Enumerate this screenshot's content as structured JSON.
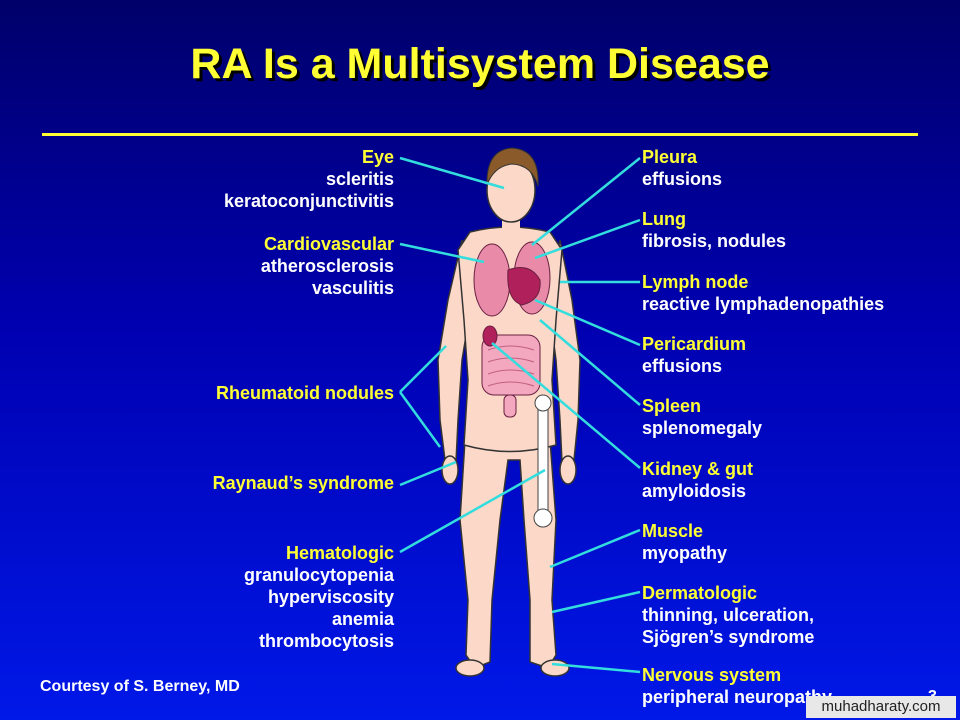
{
  "slide": {
    "title": "RA Is a Multisystem Disease",
    "courtesy": "Courtesy of S. Berney, MD",
    "page_number": "3",
    "watermark": "muhadharaty.com"
  },
  "left_labels": [
    {
      "heading": "Eye",
      "items": [
        "scleritis",
        "keratoconjunctivitis"
      ]
    },
    {
      "heading": "Cardiovascular",
      "items": [
        "atherosclerosis",
        "vasculitis"
      ]
    },
    {
      "heading": "Rheumatoid nodules",
      "items": []
    },
    {
      "heading": "Raynaud’s syndrome",
      "items": []
    },
    {
      "heading": "Hematologic",
      "items": [
        "granulocytopenia",
        "hyperviscosity",
        "anemia",
        "thrombocytosis"
      ]
    }
  ],
  "right_labels": [
    {
      "heading": "Pleura",
      "items": [
        "effusions"
      ]
    },
    {
      "heading": "Lung",
      "items": [
        "fibrosis, nodules"
      ]
    },
    {
      "heading": "Lymph node",
      "items": [
        "reactive lymphadenopathies"
      ]
    },
    {
      "heading": "Pericardium",
      "items": [
        "effusions"
      ]
    },
    {
      "heading": "Spleen",
      "items": [
        "splenomegaly"
      ]
    },
    {
      "heading": "Kidney & gut",
      "items": [
        "amyloidosis"
      ]
    },
    {
      "heading": "Muscle",
      "items": [
        "myopathy"
      ]
    },
    {
      "heading": "Dermatologic",
      "items": [
        "thinning, ulceration,",
        "Sjögren’s syndrome"
      ]
    },
    {
      "heading": "Nervous system",
      "items": [
        "peripheral neuropathy"
      ]
    }
  ],
  "colors": {
    "title": "#ffff33",
    "heading": "#ffff33",
    "subtext": "#ffffff",
    "leader_line": "#33dddd",
    "skin": "#fbd8c8",
    "organ": "#e88aa8",
    "heart": "#b0205a"
  }
}
